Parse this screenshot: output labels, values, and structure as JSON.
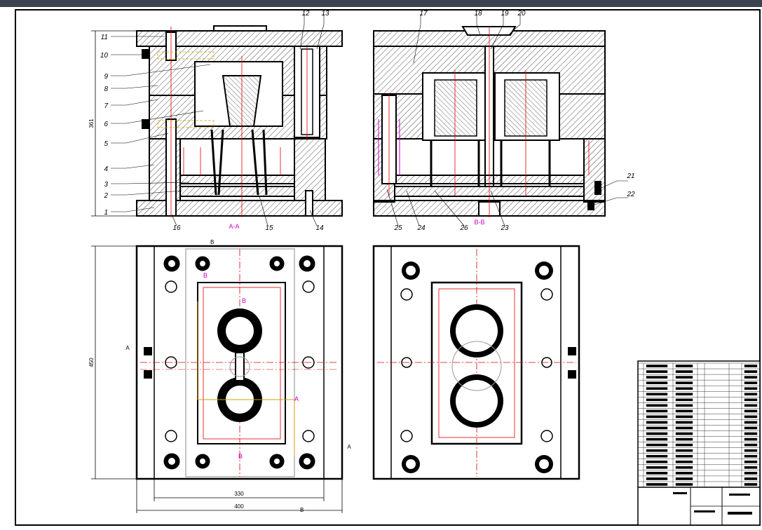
{
  "drawing": {
    "part_numbers_left": [
      "11",
      "10",
      "9",
      "8",
      "7",
      "6",
      "5",
      "4",
      "3",
      "2",
      "1"
    ],
    "part_numbers_top_left": [
      "12",
      "13"
    ],
    "part_numbers_top_right": [
      "17",
      "18",
      "19",
      "20"
    ],
    "part_numbers_right": [
      "21",
      "22"
    ],
    "part_numbers_bottom_left": [
      "16",
      "15",
      "14"
    ],
    "part_numbers_bottom_right": [
      "25",
      "24",
      "26",
      "23"
    ],
    "section_aa": "A-A",
    "section_bb": "B-B",
    "dim_height": "361",
    "dim_width_inner": "330",
    "dim_width_outer": "400",
    "dim_plan_height": "450",
    "mark_a": "A",
    "mark_b": "B",
    "colors": {
      "outline": "#000000",
      "center": "#e00000",
      "section": "#d000d0",
      "hidden": "#d0a000"
    }
  },
  "title_block": {
    "rows": 22
  }
}
